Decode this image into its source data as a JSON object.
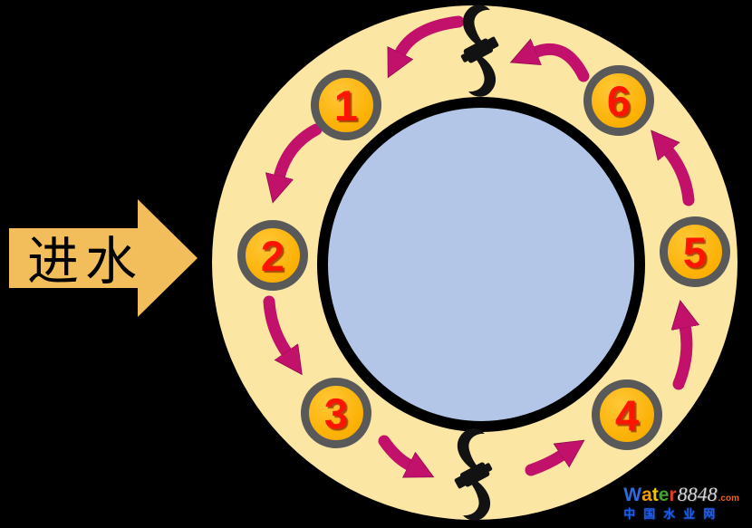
{
  "background_color": "#000000",
  "inlet": {
    "label": "进水",
    "arrow_color": "#F2BE5C",
    "text_color": "#000000"
  },
  "ring": {
    "fill": "#FBE6A3",
    "center_fill": "#B3C6E7",
    "center_border": "#000000"
  },
  "stations": {
    "numbers": [
      "1",
      "2",
      "3",
      "4",
      "5",
      "6"
    ],
    "badge_fill": "#FBAF00",
    "badge_border": "#595959",
    "number_color": "#FF1400"
  },
  "flow": {
    "arrow_color": "#C1116A",
    "mixer_color": "#121212"
  },
  "watermark": {
    "brand_letters": [
      {
        "ch": "W",
        "color": "#2E6BE0"
      },
      {
        "ch": "a",
        "color": "#F59D00"
      },
      {
        "ch": "t",
        "color": "#EFC400"
      },
      {
        "ch": "e",
        "color": "#3FA32C"
      },
      {
        "ch": "r",
        "color": "#E33A24"
      }
    ],
    "brand_number": "8848",
    "brand_tld": ".com",
    "tagline": "中国水业网"
  }
}
